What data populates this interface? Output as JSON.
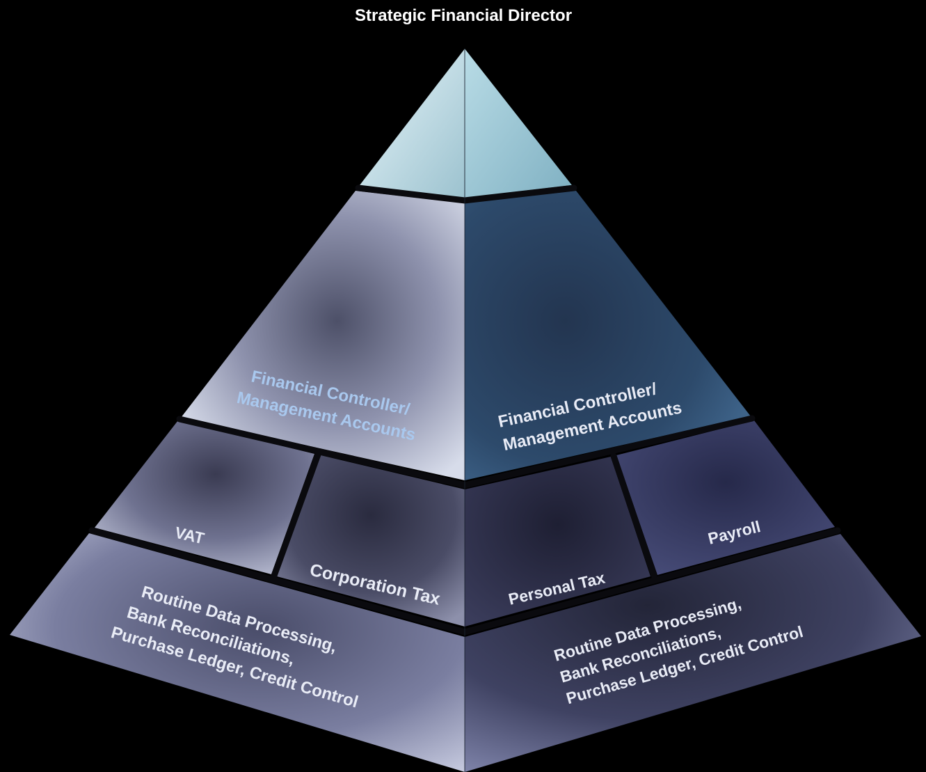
{
  "title": "Strategic Financial Director",
  "tiers": {
    "management_left": [
      "Financial Controller/",
      "Management Accounts"
    ],
    "management_right": [
      "Financial Controller/",
      "Management Accounts"
    ],
    "vat": "VAT",
    "corporation_tax": "Corporation Tax",
    "personal_tax": "Personal Tax",
    "payroll": "Payroll",
    "routine_left": [
      "Routine Data Processing,",
      "Bank Reconciliations,",
      "Purchase Ledger, Credit Control"
    ],
    "routine_right": [
      "Routine Data Processing,",
      "Bank Reconciliations,",
      "Purchase Ledger, Credit Control"
    ]
  },
  "colors": {
    "background": "#000000",
    "separator": "#0a0a0e",
    "apex_light": "#d6edf5",
    "apex_mid": "#8fb8c8",
    "left_face": "#b8bdd8",
    "right_face": "#27415f",
    "accent_blue_text": "#a9c8ee"
  }
}
